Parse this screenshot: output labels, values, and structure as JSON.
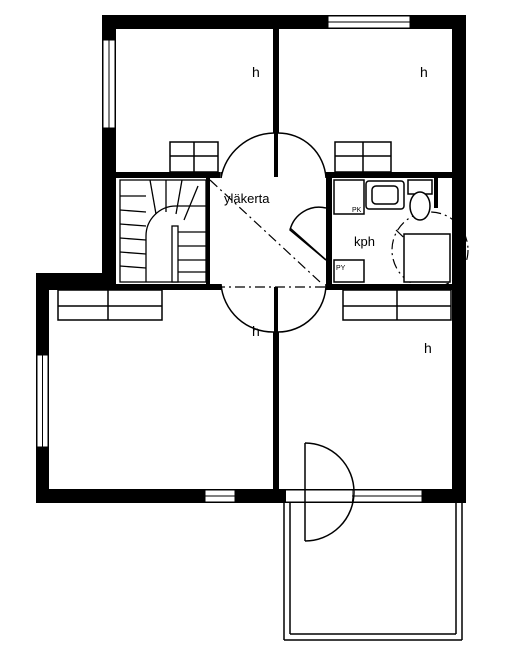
{
  "labels": {
    "bedroom_ne": "h",
    "bedroom_nw": "h",
    "bedroom_sw": "h",
    "bedroom_se": "h",
    "hall": "yläkerta",
    "bathroom": "kph",
    "laundry": "PK",
    "dryer": "PY"
  },
  "colors": {
    "wall": "#000000",
    "paper": "#ffffff"
  }
}
